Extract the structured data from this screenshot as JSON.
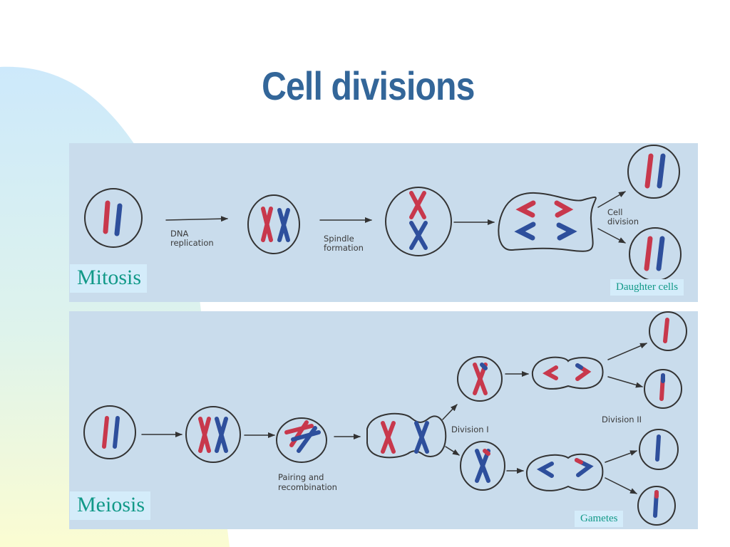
{
  "slide": {
    "title": "Cell divisions"
  },
  "mitosis": {
    "label": "Mitosis",
    "caption_dna_1": "DNA",
    "caption_dna_2": "replication",
    "caption_spindle_1": "Spindle",
    "caption_spindle_2": "formation",
    "caption_cell_1": "Cell",
    "caption_cell_2": "division",
    "result_label": "Daughter cells"
  },
  "meiosis": {
    "label": "Meiosis",
    "caption_pairing_1": "Pairing and",
    "caption_pairing_2": "recombination",
    "caption_division1": "Division I",
    "caption_division2": "Division II",
    "result_label": "Gametes"
  },
  "colors": {
    "title": "#336699",
    "panel": "#c9dcec",
    "chromosome_red": "#c8384c",
    "chromosome_blue": "#2e4f9c",
    "label_text": "#119988"
  }
}
